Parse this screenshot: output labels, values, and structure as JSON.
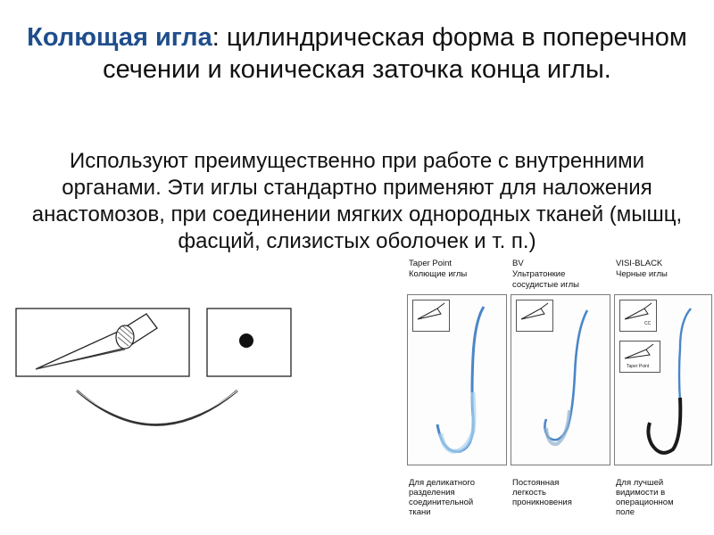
{
  "title": {
    "highlight": "Колющая игла",
    "rest": ": цилиндрическая форма в поперечном сечении и коническая заточка конца иглы."
  },
  "body_text": "Используют преимущественно при работе с внутренними органами. Эти иглы стандартно применяют для наложения анастомозов, при соединении мягких однородных тканей (мышц, фасций, слизистых оболочек и т. п.)",
  "panels": [
    {
      "title": "Taper Point",
      "subtitle": "Колющие иглы",
      "description": [
        "Для деликатного",
        "разделения",
        "соединительной",
        "ткани"
      ]
    },
    {
      "title": "BV",
      "subtitle": "Ультратонкие",
      "subtitle2": "сосудистые иглы",
      "description": [
        "Постоянная",
        "легкость",
        "проникновения"
      ]
    },
    {
      "title": "VISI-BLACK",
      "subtitle": "Черные иглы",
      "description": [
        "Для лучшей",
        "видимости в",
        "операционном",
        "поле"
      ],
      "thumb_labels": [
        "CC",
        "Taper Point"
      ]
    }
  ],
  "colors": {
    "title_highlight": "#1f4e8c",
    "needle_blue": "#4a86c8",
    "needle_black": "#1a1a1a"
  }
}
